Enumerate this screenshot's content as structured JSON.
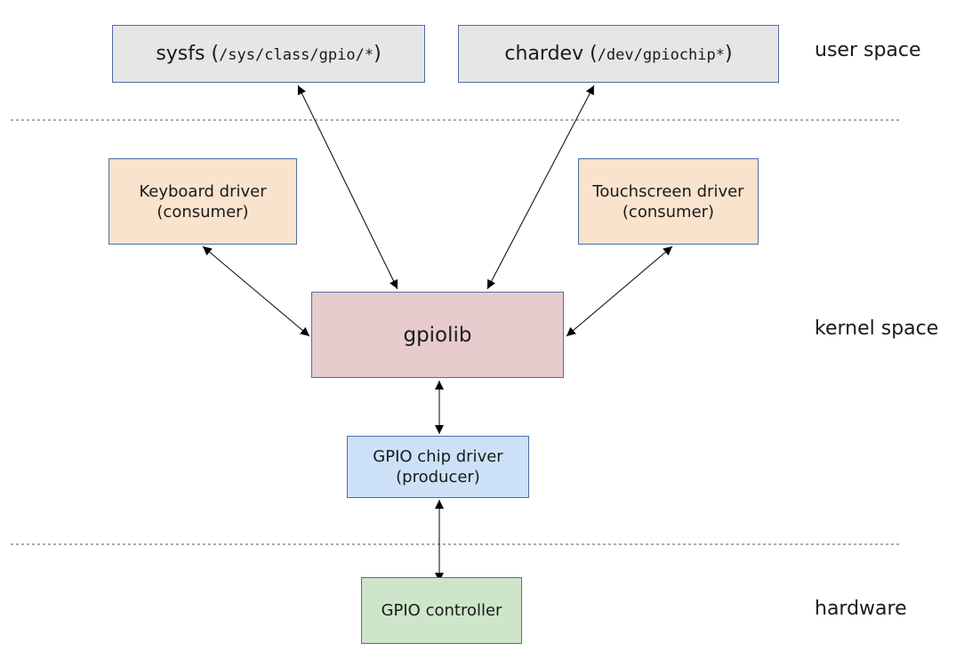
{
  "colors": {
    "sysfs_fill": "#e6e6e6",
    "chardev_fill": "#e6e6e6",
    "consumer_fill": "#f9e3cd",
    "gpiolib_fill": "#e8cbcd",
    "producer_fill": "#cce1f7",
    "hardware_fill": "#cde6c9",
    "border": "#4a6fa5",
    "divider": "#555555"
  },
  "boxes": {
    "sysfs": {
      "name": "sysfs",
      "open": " (",
      "path": "/sys/class/gpio/*",
      "close": ")"
    },
    "chardev": {
      "name": "chardev",
      "open": " (",
      "path": "/dev/gpiochip*",
      "close": ")"
    },
    "keyboard": {
      "line1": "Keyboard driver",
      "line2": "(consumer)"
    },
    "touchscreen": {
      "line1": "Touchscreen driver",
      "line2": "(consumer)"
    },
    "gpiolib": {
      "label": "gpiolib"
    },
    "chip_driver": {
      "line1": "GPIO chip driver",
      "line2": "(producer)"
    },
    "controller": {
      "label": "GPIO controller"
    }
  },
  "layers": {
    "user": "user space",
    "kernel": "kernel space",
    "hardware": "hardware"
  },
  "connections": [
    {
      "from": "sysfs",
      "to": "gpiolib",
      "arrows": "both"
    },
    {
      "from": "chardev",
      "to": "gpiolib",
      "arrows": "both"
    },
    {
      "from": "keyboard",
      "to": "gpiolib",
      "arrows": "both"
    },
    {
      "from": "touchscreen",
      "to": "gpiolib",
      "arrows": "both"
    },
    {
      "from": "gpiolib",
      "to": "chip_driver",
      "arrows": "both"
    },
    {
      "from": "chip_driver",
      "to": "controller",
      "arrows": "both"
    }
  ]
}
